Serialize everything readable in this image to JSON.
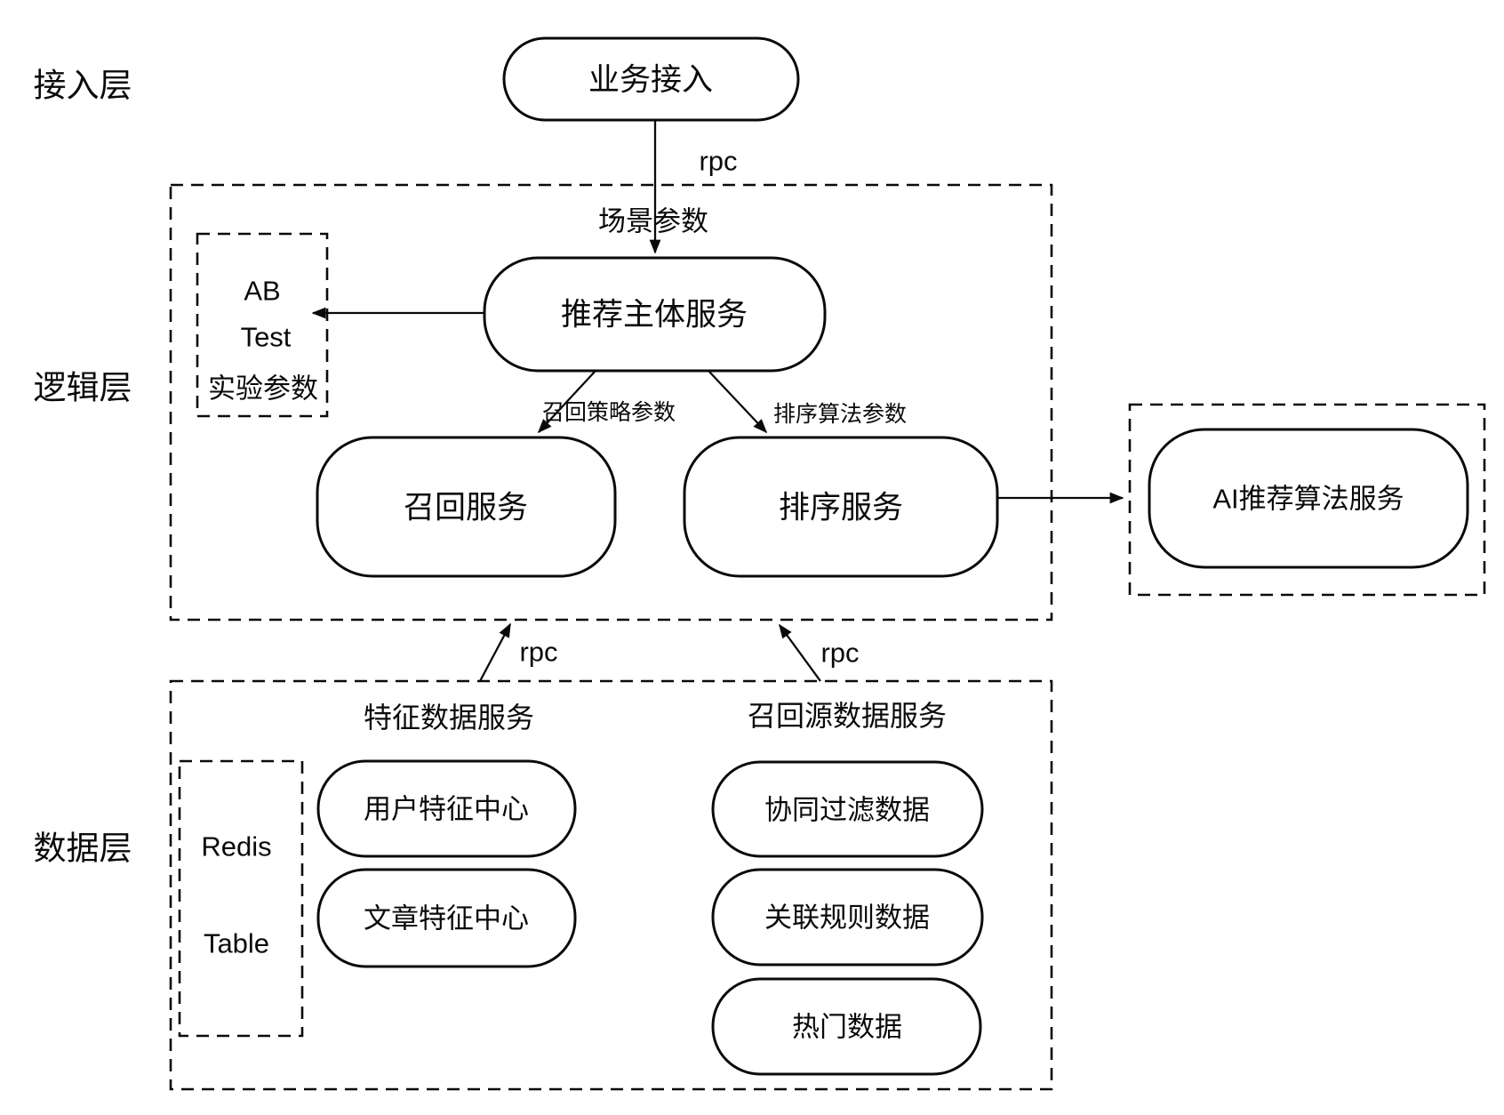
{
  "colors": {
    "background": "#ffffff",
    "stroke": "#0a0a0a",
    "text": "#0a0a0a"
  },
  "layers": {
    "access": "接入层",
    "logic": "逻辑层",
    "data": "数据层"
  },
  "nodes": {
    "business_access": "业务接入",
    "recommend_main": "推荐主体服务",
    "recall": "召回服务",
    "rank": "排序服务",
    "ai": "AI推荐算法服务",
    "ab_test_line1": "AB",
    "ab_test_line2": "Test",
    "ab_test_line3": "实验参数",
    "redis": "Redis",
    "table": "Table",
    "user_feature": "用户特征中心",
    "article_feature": "文章特征中心",
    "collaborative_filtering": "协同过滤数据",
    "association_rules": "关联规则数据",
    "hot": "热门数据"
  },
  "group_headers": {
    "feature_data_service": "特征数据服务",
    "recall_source_data_service": "召回源数据服务"
  },
  "edge_labels": {
    "rpc_top": "rpc",
    "scene_params": "场景参数",
    "recall_strategy_params": "召回策略参数",
    "rank_algorithm_params": "排序算法参数",
    "rpc_feature": "rpc",
    "rpc_recall_source": "rpc"
  }
}
